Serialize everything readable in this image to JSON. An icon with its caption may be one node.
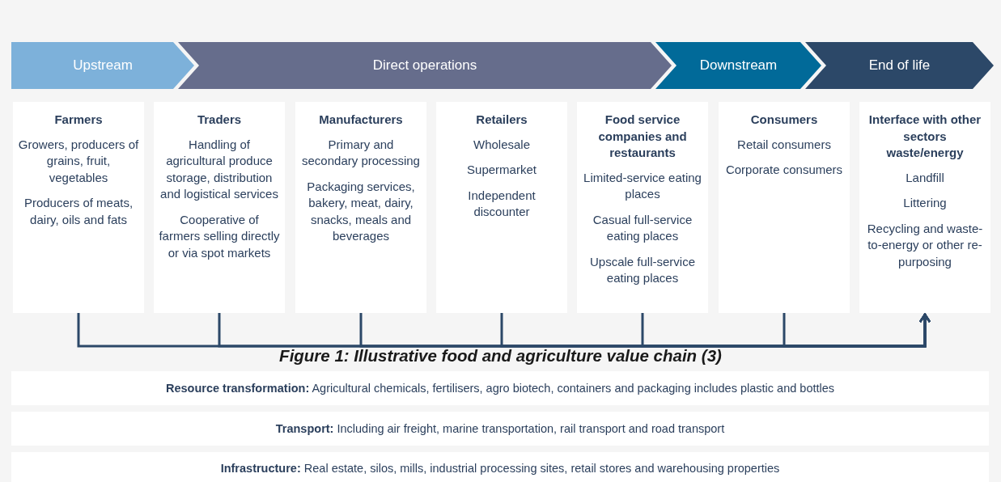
{
  "diagram": {
    "caption": "Figure 1: Illustrative food and agriculture value chain (3)",
    "nodes": [
      {
        "text": [
          "Upstream"
        ]
      },
      {
        "text": [
          "Direct operations"
        ]
      },
      {
        "text": [
          "Downstream"
        ]
      },
      {
        "text": [
          "End of life"
        ]
      },
      {
        "text": [
          "Farmers",
          "Growers, producers of grains, fruit, vegetables",
          "Producers of meats, dairy, oils and fats"
        ]
      },
      {
        "text": [
          "Traders",
          "Handling of agricultural produce storage, distribution and logistical services",
          "Cooperative of farmers selling directly or via spot markets"
        ]
      },
      {
        "text": [
          "Manufacturers",
          "Primary and secondary processing",
          "Packaging services, bakery, meat, dairy, snacks, meals and beverages"
        ]
      },
      {
        "text": [
          "Retailers",
          "Wholesale",
          "Supermarket",
          "Independent discounter"
        ]
      },
      {
        "text": [
          "Food service companies and restaurants",
          "Limited-service eating places",
          "Casual full-service eating places",
          "Upscale full-service eating places"
        ]
      },
      {
        "text": [
          "Consumers",
          "Retail consumers",
          "Corporate consumers"
        ]
      },
      {
        "text": [
          "Interface with other sectors waste/energy",
          "Landfill",
          "Littering",
          "Recycling and waste-to-energy or other re-purposing"
        ]
      },
      {
        "text": [
          "**Resource transformation:** Agricultural chemicals, fertilisers, agro biotech, containers and packaging includes plastic and bottles"
        ]
      },
      {
        "text": [
          "**Transport:** Including air freight, marine transportation, rail transport and road transport"
        ]
      },
      {
        "text": [
          "**Infrastructure:** Real estate, silos, mills, industrial processing sites, retail stores and warehousing properties"
        ]
      }
    ],
    "edges": [
      {
        "from": 4,
        "to": 10,
        "arrow": "to"
      },
      {
        "from": 5,
        "to": 10,
        "arrow": "to"
      },
      {
        "from": 6,
        "to": 10,
        "arrow": "to"
      },
      {
        "from": 7,
        "to": 10,
        "arrow": "to"
      },
      {
        "from": 8,
        "to": 10,
        "arrow": "to"
      },
      {
        "from": 9,
        "to": 10,
        "arrow": "to"
      }
    ]
  }
}
